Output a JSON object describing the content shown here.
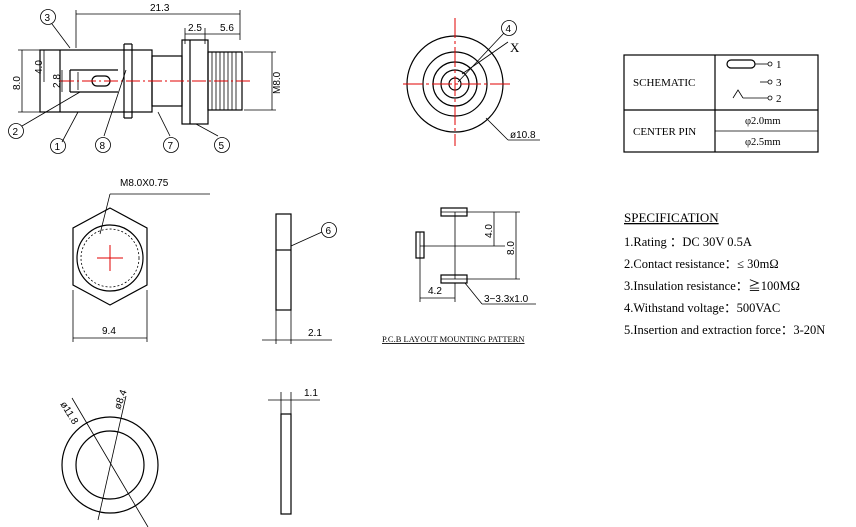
{
  "dimensions": {
    "overall_length": "21.3",
    "width_2_5": "2.5",
    "width_5_6": "5.6",
    "height_8_0": "8.0",
    "height_4_0": "4.0",
    "pin_2_8": "2.8",
    "thread_m8": "M8.0",
    "washer_dia": "ø10.8",
    "thread_spec": "M8.0X0.75",
    "hex_width": "9.4",
    "nut_thickness": "2.1",
    "pcb_4_0": "4.0",
    "pcb_8_0": "8.0",
    "pcb_4_2": "4.2",
    "pcb_slot": "3−3.3x1.0",
    "ring_outer": "ø11.8",
    "ring_inner": "ø8.4",
    "washer_thickness": "1.1"
  },
  "callouts": [
    "1",
    "2",
    "3",
    "4",
    "5",
    "6",
    "7",
    "8"
  ],
  "x_marker": "X",
  "pcb_caption": "P.C.B LAYOUT MOUNTING PATTERN",
  "table": {
    "schematic_label": "SCHEMATIC",
    "center_pin_label": "CENTER PIN",
    "pin_labels": [
      "1",
      "3",
      "2"
    ],
    "center_pin_values": [
      "φ2.0mm",
      "φ2.5mm"
    ]
  },
  "specification": {
    "title": "SPECIFICATION",
    "items": [
      "1.Rating ：DC 30V 0.5A",
      "2.Contact resistance：≤ 30mΩ",
      "3.Insulation resistance：≧100MΩ",
      "4.Withstand voltage：500VAC",
      "5.Insertion and extraction force：3-20N"
    ]
  },
  "colors": {
    "line": "#000000",
    "centerline": "#e00000"
  }
}
